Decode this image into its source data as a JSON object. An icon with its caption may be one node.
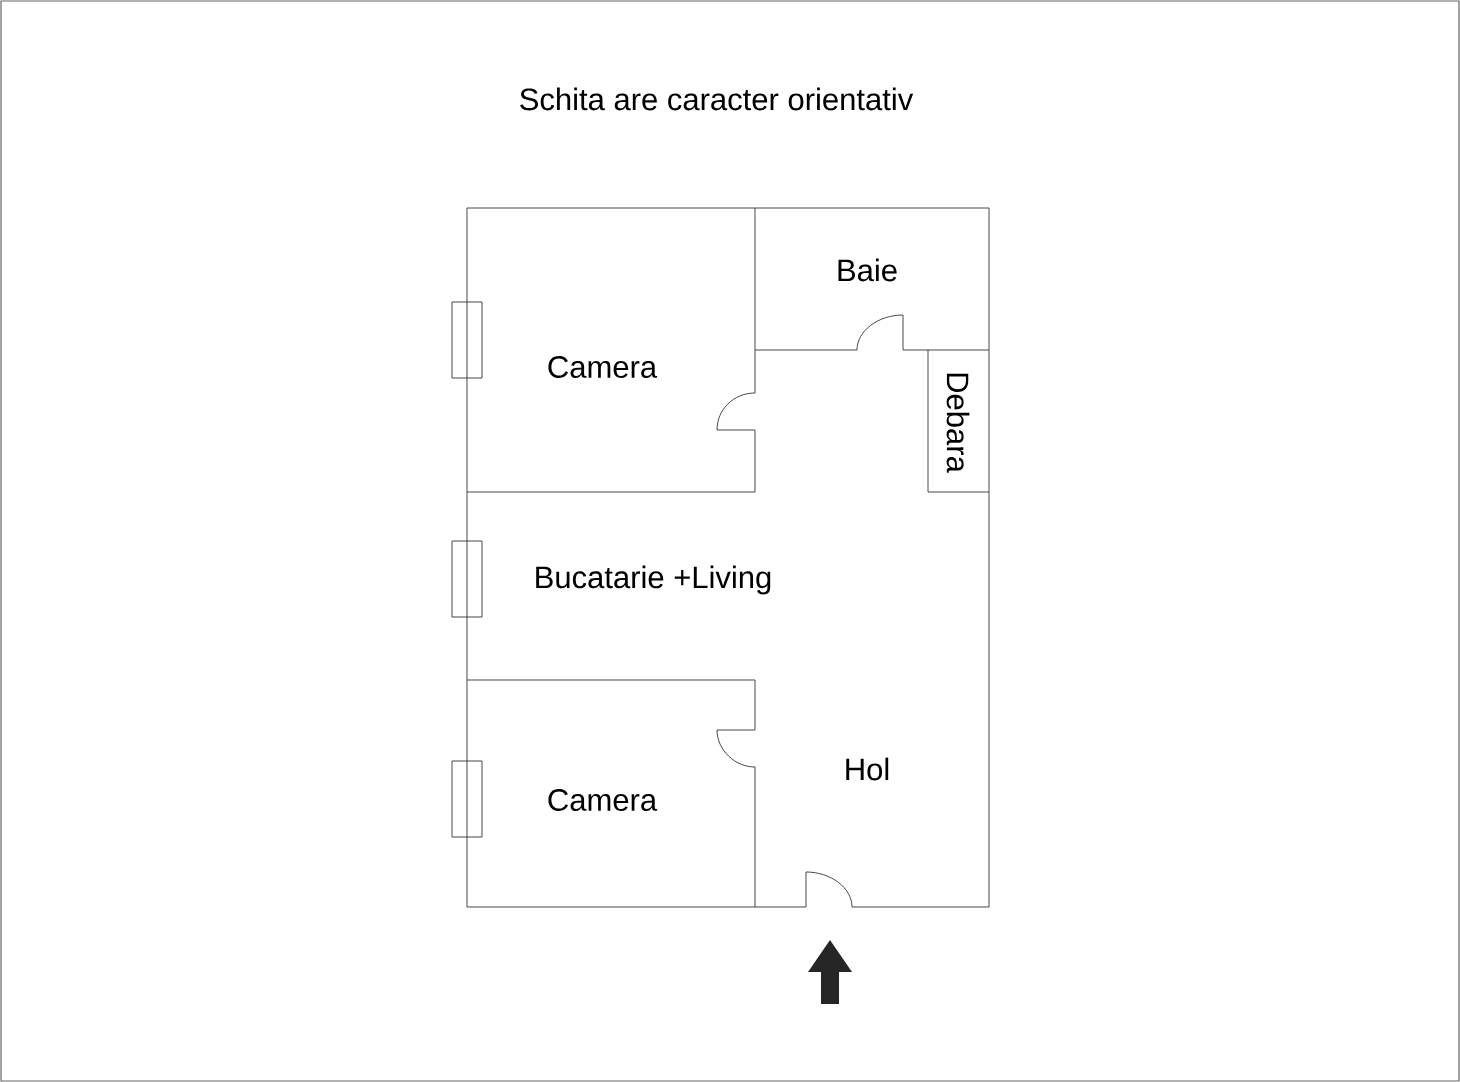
{
  "diagram": {
    "title": "Schita are caracter orientativ",
    "labels": [
      "Camera",
      "Baie",
      "Debara",
      "Bucatarie +Living",
      "Hol",
      "Camera"
    ]
  }
}
